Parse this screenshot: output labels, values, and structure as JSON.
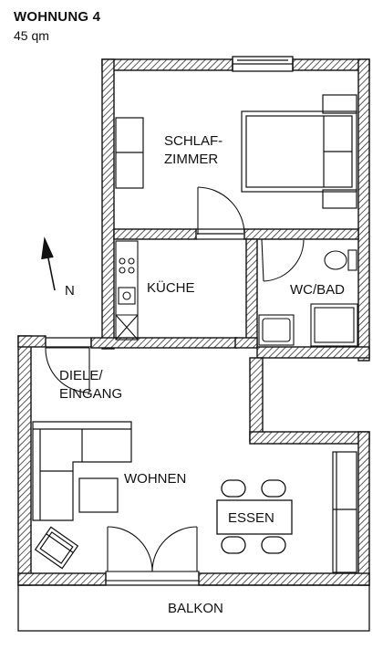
{
  "header": {
    "title": "WOHNUNG 4",
    "area": "45 qm"
  },
  "compass": {
    "label": "N"
  },
  "rooms": {
    "schlafzimmer_line1": "SCHLAF-",
    "schlafzimmer_line2": "ZIMMER",
    "kueche": "KÜCHE",
    "wc_bad": "WC/BAD",
    "diele_line1": "DIELE/",
    "diele_line2": "EINGANG",
    "wohnen": "WOHNEN",
    "essen": "ESSEN",
    "balkon": "BALKON"
  },
  "colors": {
    "wall_hatch": "#333333",
    "line": "#111111",
    "background": "#ffffff"
  }
}
